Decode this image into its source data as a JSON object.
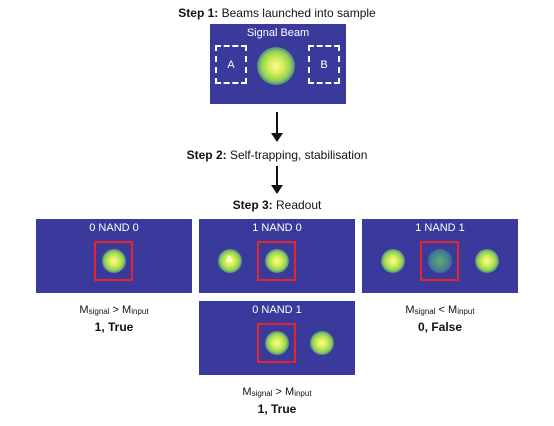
{
  "step1": {
    "bold": "Step 1:",
    "text": " Beams launched into sample"
  },
  "step2": {
    "bold": "Step 2:",
    "text": " Self-trapping, stabilisation"
  },
  "step3": {
    "bold": "Step 3:",
    "text": " Readout"
  },
  "top_panel": {
    "label": "Signal Beam",
    "box_a": "A",
    "box_b": "B"
  },
  "panels": {
    "p00": {
      "label": "0 NAND 0"
    },
    "p10": {
      "label": "1 NAND 0",
      "marker": "A"
    },
    "p11": {
      "label": "1 NAND 1"
    },
    "p01": {
      "label": "0 NAND 1"
    }
  },
  "captions": {
    "left": {
      "m": "M",
      "sig": "signal",
      "op": " > M",
      "inp": "input",
      "result": "1, True"
    },
    "right": {
      "m": "M",
      "sig": "signal",
      "op": " < M",
      "inp": "input",
      "result": "0, False"
    },
    "bottom": {
      "m": "M",
      "sig": "signal",
      "op": " > M",
      "inp": "input",
      "result": "1, True"
    }
  },
  "colors": {
    "panel": "#3a3a9c",
    "highlight_box": "#e6242a",
    "beam_core": "#fbfb9a"
  }
}
